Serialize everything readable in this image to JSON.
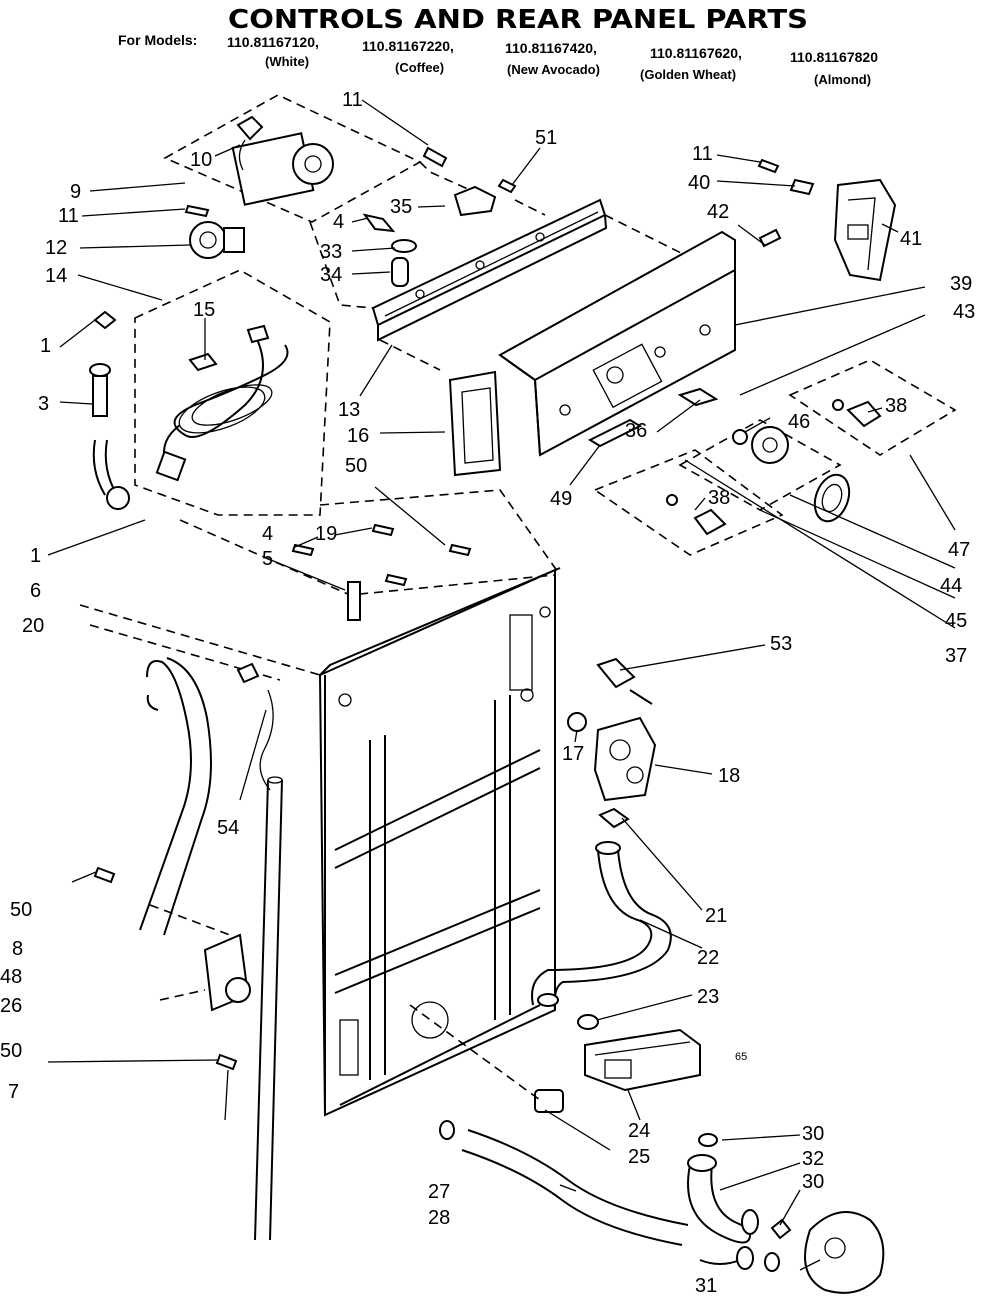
{
  "header": {
    "title": "CONTROLS AND REAR PANEL PARTS",
    "models_prefix": "For Models:",
    "models": [
      "110.81167120,",
      "110.81167220,",
      "110.81167420,",
      "110.81167620,",
      "110.81167820"
    ],
    "colors": [
      "(White)",
      "(Coffee)",
      "(New Avocado)",
      "(Golden Wheat)",
      "(Almond)"
    ]
  },
  "callouts": {
    "c11a": "11",
    "c51": "51",
    "c10": "10",
    "c9": "9",
    "c11b": "11",
    "c35": "35",
    "c4a": "4",
    "c12": "12",
    "c33": "33",
    "c34": "34",
    "c14": "14",
    "c15": "15",
    "c1a": "1",
    "c3": "3",
    "c13": "13",
    "c16": "16",
    "c50a": "50",
    "c11c": "11",
    "c40": "40",
    "c42": "42",
    "c41": "41",
    "c39": "39",
    "c43": "43",
    "c38a": "38",
    "c36": "36",
    "c46": "46",
    "c49": "49",
    "c38b": "38",
    "c47": "47",
    "c44": "44",
    "c45": "45",
    "c37": "37",
    "c1b": "1",
    "c4b": "4",
    "c19": "19",
    "c5": "5",
    "c6": "6",
    "c20": "20",
    "c53": "53",
    "c17": "17",
    "c18": "18",
    "c54": "54",
    "c21": "21",
    "c22": "22",
    "c23": "23",
    "c50b": "50",
    "c8": "8",
    "c48": "48",
    "c26": "26",
    "c50c": "50",
    "c7": "7",
    "c24": "24",
    "c25": "25",
    "c30a": "30",
    "c32": "32",
    "c30b": "30",
    "c27": "27",
    "c28": "28",
    "c31": "31",
    "c65": "65"
  }
}
